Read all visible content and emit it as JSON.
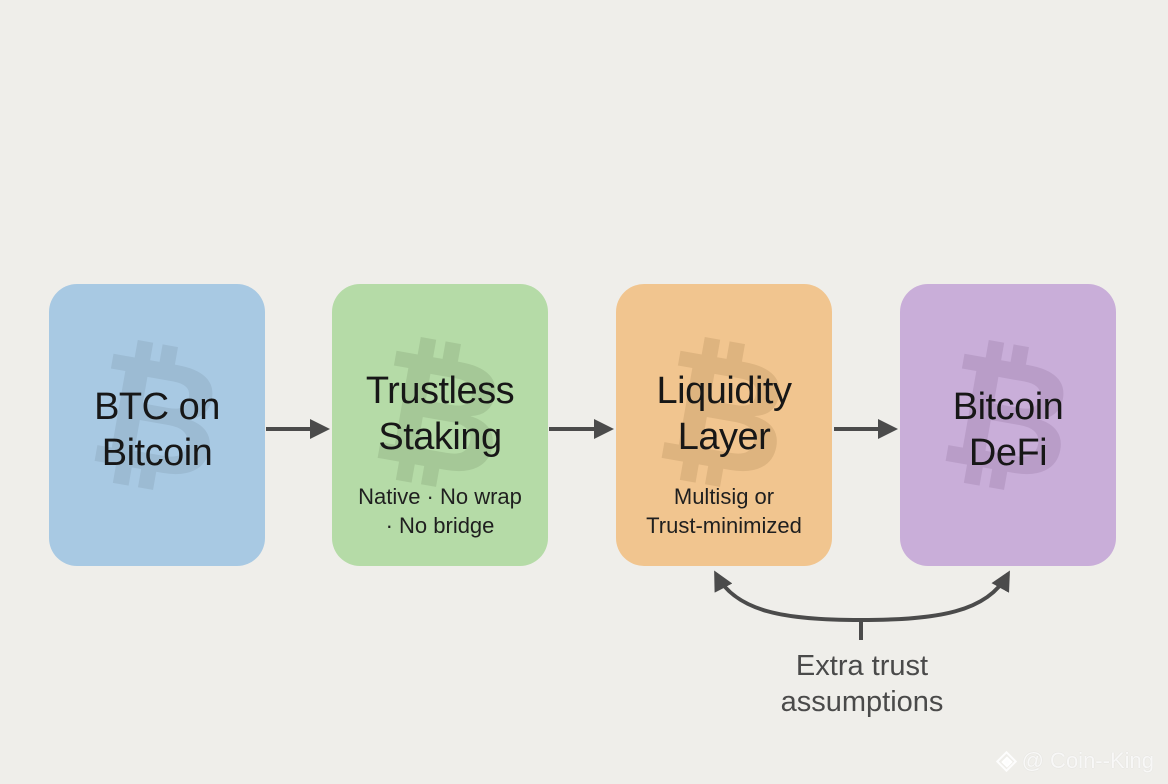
{
  "diagram": {
    "nodes": [
      {
        "title_lines": [
          "BTC on",
          "Bitcoin"
        ],
        "detail_lines": [],
        "color": "#a8c9e3",
        "icon": "bitcoin-icon"
      },
      {
        "title_lines": [
          "Trustless",
          "Staking"
        ],
        "detail_lines": [
          "Native · No wrap",
          "· No bridge"
        ],
        "color": "#b5dba7",
        "icon": "bitcoin-icon"
      },
      {
        "title_lines": [
          "Liquidity",
          "Layer"
        ],
        "detail_lines": [
          "Multisig or",
          "Trust-minimized"
        ],
        "color": "#f1c58f",
        "icon": "bitcoin-icon"
      },
      {
        "title_lines": [
          "Bitcoin",
          "DeFi"
        ],
        "detail_lines": [],
        "color": "#c9aed9",
        "icon": "bitcoin-icon"
      }
    ],
    "connectors": [
      {
        "from": 0,
        "to": 1,
        "type": "arrow-right"
      },
      {
        "from": 1,
        "to": 2,
        "type": "arrow-right"
      },
      {
        "from": 2,
        "to": 3,
        "type": "arrow-right"
      }
    ],
    "bracket": {
      "between": [
        2,
        3
      ],
      "caption_lines": [
        "Extra trust",
        "assumptions"
      ],
      "type": "double-headed-curved-arrow"
    }
  },
  "watermark": {
    "icon": "binance-diamond-icon",
    "text": "@ Coin--King"
  },
  "colors": {
    "background": "#efeeea",
    "arrow": "#4b4b4b",
    "text": "#171717",
    "caption": "#4a4a4a"
  }
}
